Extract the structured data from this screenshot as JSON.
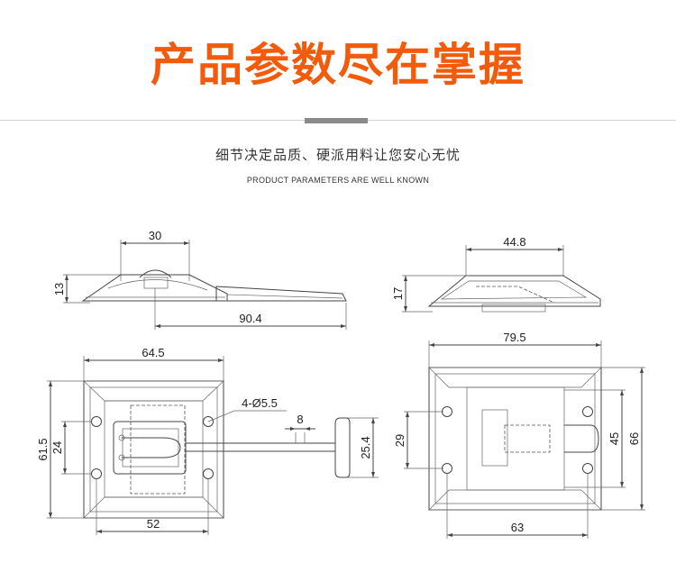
{
  "header": {
    "title": "产品参数尽在掌握",
    "title_color": "#f25a0c",
    "subtitle": "细节决定品质、硬派用料让您安心无忧",
    "subtitle_en": "PRODUCT PARAMETERS ARE WELL KNOWN"
  },
  "dimensions": {
    "left_side_width": "30",
    "left_side_height": "13",
    "left_side_length": "90.4",
    "left_top_width": "64.5",
    "left_top_height": "61.5",
    "left_hole_spacing_v": "24",
    "left_hole_spacing_h": "52",
    "hole_callout": "4-Ø5.5",
    "handle_width": "8",
    "handle_head": "25.4",
    "right_side_width": "44.8",
    "right_side_height": "17",
    "right_top_width": "79.5",
    "right_top_height": "66",
    "right_inner_height": "45",
    "right_hole_spacing_v": "29",
    "right_hole_spacing_h": "63"
  }
}
